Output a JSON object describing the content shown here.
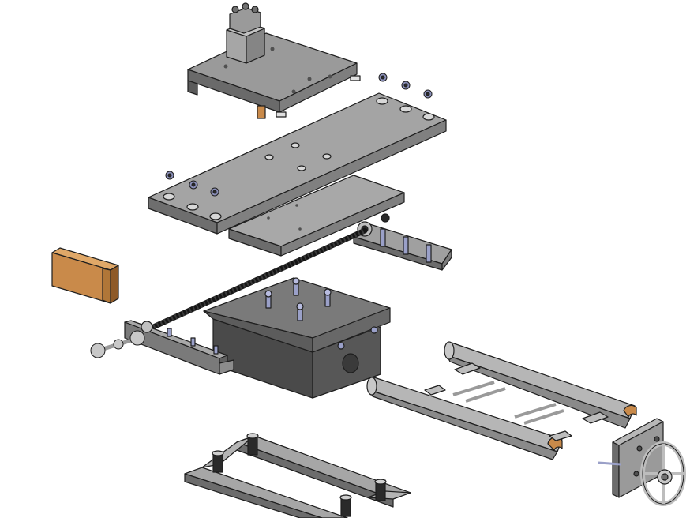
{
  "figure": {
    "kind": "exploded assembly view (no printed text)",
    "colors": {
      "background": "#ffffff",
      "steel_light": "#b4b4b4",
      "steel_mid": "#8a8a8a",
      "steel_dark": "#5f5f5f",
      "casting_dark": "#4a4a4a",
      "outline": "#1e1e1e",
      "bronze": "#c98a4a",
      "bronze_dark": "#8e5a28",
      "fastener_blue": "#9aa0c8",
      "screw_black": "#151515"
    },
    "parts": [
      {
        "id": "toolpost-slide",
        "icon": "toolpost-icon"
      },
      {
        "id": "cross-slide-plate",
        "icon": "plate-icon"
      },
      {
        "id": "saddle",
        "icon": "plate-icon"
      },
      {
        "id": "leadscrew",
        "icon": "screw-icon"
      },
      {
        "id": "gib-block",
        "icon": "bronze-block-icon"
      },
      {
        "id": "apron-housing",
        "icon": "housing-icon"
      },
      {
        "id": "end-bracket-left",
        "icon": "bracket-icon"
      },
      {
        "id": "end-bracket-right",
        "icon": "bracket-icon"
      },
      {
        "id": "lever-handle",
        "icon": "lever-icon"
      },
      {
        "id": "guide-rails",
        "icon": "rail-icon"
      },
      {
        "id": "handwheel-plate",
        "icon": "handwheel-icon"
      },
      {
        "id": "base-frame",
        "icon": "frame-icon"
      }
    ]
  }
}
